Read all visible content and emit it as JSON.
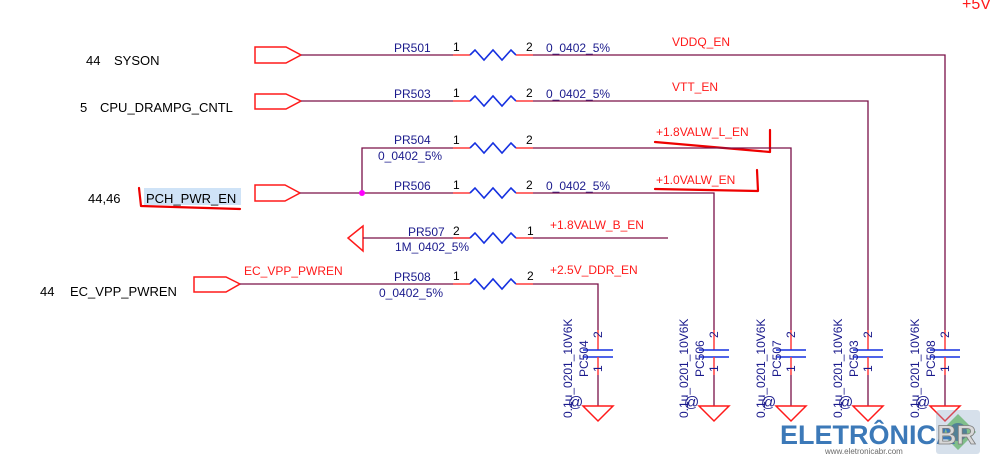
{
  "schematic": {
    "supply_label": "+5V",
    "colors": {
      "wire": "#7a1048",
      "resistor": "#1530e0",
      "port": "#ff1a1a",
      "net_label": "#ff1a1a",
      "component_text": "#1a1a8c",
      "junction": "#ff00ff",
      "highlight": "#cfe3f7"
    },
    "ports": [
      {
        "ref": "44",
        "name": "SYSON",
        "direction": "input"
      },
      {
        "ref": "5",
        "name": "CPU_DRAMPG_CNTL",
        "direction": "input"
      },
      {
        "ref": "44,46",
        "name": "PCH_PWR_EN",
        "direction": "input",
        "highlighted": true
      },
      {
        "ref": "44",
        "name": "EC_VPP_PWREN",
        "direction": "input"
      }
    ],
    "output_port": {
      "direction": "output"
    },
    "resistors": [
      {
        "ref": "PR501",
        "pin_left": "1",
        "pin_right": "2",
        "value": "0_0402_5%",
        "net": "VDDQ_EN"
      },
      {
        "ref": "PR503",
        "pin_left": "1",
        "pin_right": "2",
        "value": "0_0402_5%",
        "net": "VTT_EN"
      },
      {
        "ref": "PR504",
        "pin_left": "1",
        "pin_right": "2",
        "value": "0_0402_5%",
        "net": "+1.8VALW_L_EN"
      },
      {
        "ref": "PR506",
        "pin_left": "1",
        "pin_right": "2",
        "value": "0_0402_5%",
        "net": "+1.0VALW_EN"
      },
      {
        "ref": "PR507",
        "pin_left": "2",
        "pin_right": "1",
        "value": "1M_0402_5%",
        "net": "+1.8VALW_B_EN"
      },
      {
        "ref": "PR508",
        "pin_left": "1",
        "pin_right": "2",
        "value": "0_0402_5%",
        "net": "+2.5V_DDR_EN"
      }
    ],
    "wire_net_label": "EC_VPP_PWREN",
    "capacitors": [
      {
        "ref": "PC504",
        "value": "0.1u_0201_10V6K",
        "pin_top": "2",
        "pin_bottom": "1",
        "option": "@"
      },
      {
        "ref": "PC506",
        "value": "0.1u_0201_10V6K",
        "pin_top": "2",
        "pin_bottom": "1",
        "option": "@"
      },
      {
        "ref": "PC507",
        "value": "0.1u_0201_10V6K",
        "pin_top": "2",
        "pin_bottom": "1",
        "option": "@"
      },
      {
        "ref": "PC503",
        "value": "0.1u_0201_10V6K",
        "pin_top": "2",
        "pin_bottom": "1",
        "option": "@"
      },
      {
        "ref": "PC508",
        "value": "0.1u_0201_10V6K",
        "pin_top": "2",
        "pin_bottom": "1",
        "option": "@"
      }
    ]
  },
  "watermark": {
    "brand_main": "ELETRÔNICA",
    "brand_suffix": "BR",
    "url": "www.eletronicabr.com"
  }
}
